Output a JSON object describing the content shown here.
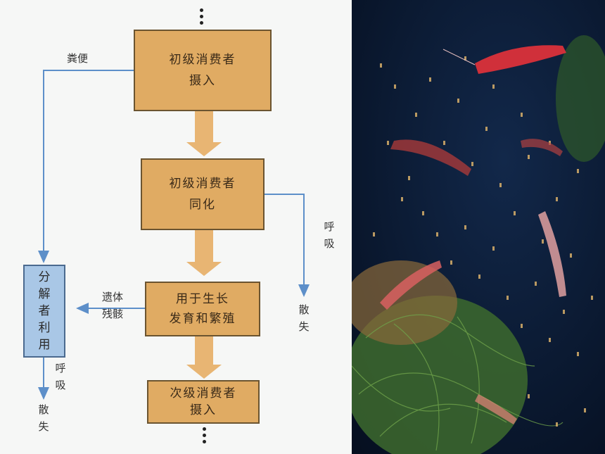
{
  "diagram": {
    "box1": {
      "line1": "初级消费者",
      "line2": "摄入"
    },
    "box2": {
      "line1": "初级消费者",
      "line2": "同化"
    },
    "box3": {
      "line1": "用于生长",
      "line2": "发育和繁殖"
    },
    "box4": {
      "line1": "次级消费者",
      "line2": "摄入"
    },
    "decomposer": [
      "分",
      "解",
      "者",
      "利",
      "用"
    ],
    "feces_label": "粪便",
    "respiration_right": [
      "呼",
      "吸"
    ],
    "dissipation_right": [
      "散",
      "失"
    ],
    "remains_label": {
      "line1": "遗体",
      "line2": "残骸"
    },
    "respiration_left": [
      "呼",
      "吸"
    ],
    "dissipation_left": [
      "散",
      "失"
    ],
    "colors": {
      "box_fill": "#e0ab63",
      "arrow_orange": "#e8b573",
      "flow_blue": "#5d8fc9",
      "decomposer_fill": "#a9c7e6"
    }
  },
  "photo": {
    "subject": "shrimp-in-aquarium-photo"
  }
}
